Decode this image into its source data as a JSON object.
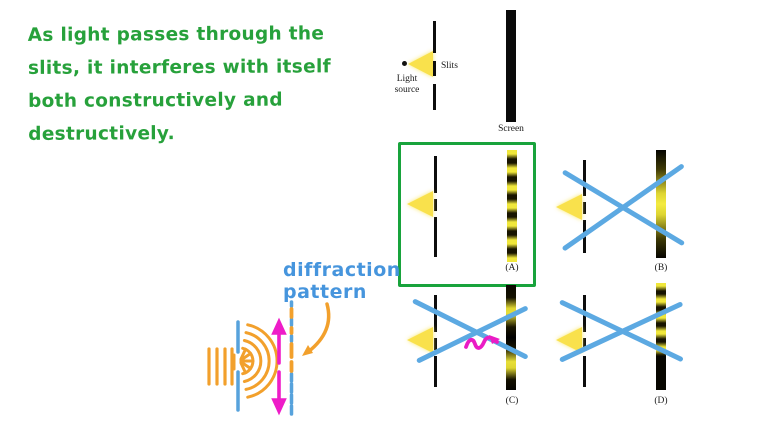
{
  "note": {
    "lines": [
      "As light passes through the",
      "slits, it interferes with itself",
      "both constructively and",
      "destructively."
    ]
  },
  "annotation": {
    "line1": "diffraction",
    "line2": "pattern"
  },
  "setup": {
    "light_source_label_line1": "Light",
    "light_source_label_line2": "source",
    "slits_label": "Slits",
    "screen_label": "Screen"
  },
  "options": {
    "a": {
      "label": "(A)",
      "selected": true,
      "crossed_out": false,
      "pattern": "evenly spaced bright and dark fringes across whole screen"
    },
    "b": {
      "label": "(B)",
      "selected": false,
      "crossed_out": true,
      "pattern": "single central bright band fading to dark edges"
    },
    "c": {
      "label": "(C)",
      "selected": false,
      "crossed_out": true,
      "pattern": "two bright bands with dark centre"
    },
    "d": {
      "label": "(D)",
      "selected": false,
      "crossed_out": true,
      "pattern": "fringes only in upper part, dark lower part"
    }
  },
  "colors": {
    "note_green": "#27a13b",
    "selection_green": "#18a33c",
    "cross_blue": "#5ca9e2",
    "ink_blue": "#4695dd",
    "hand_orange": "#f2a02c",
    "hand_magenta": "#ea1cc5",
    "fringe_yellow": "#f0e73b"
  }
}
